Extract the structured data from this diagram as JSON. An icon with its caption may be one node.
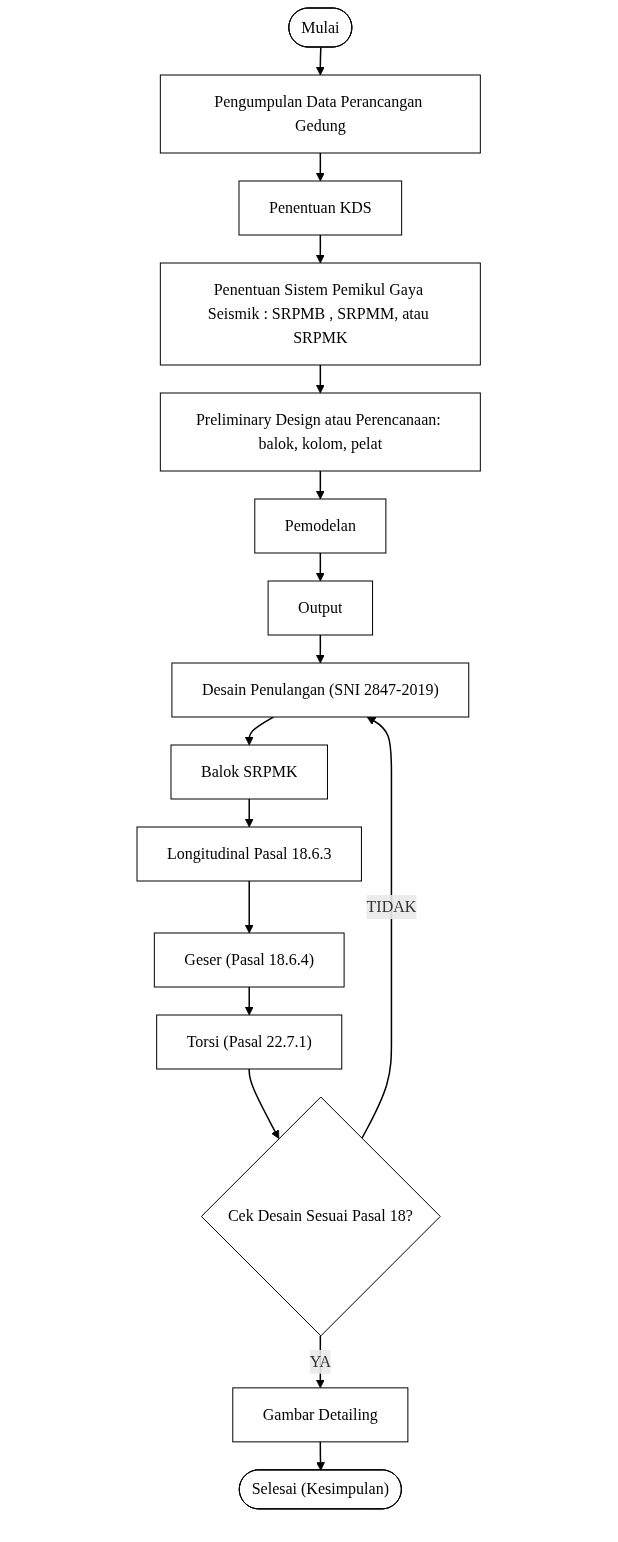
{
  "diagram": {
    "nodes": [
      {
        "text": [
          "Mulai"
        ]
      },
      {
        "text": [
          "Pengumpulan Data Perancangan Gedung"
        ]
      },
      {
        "text": [
          "Penentuan KDS"
        ]
      },
      {
        "text": [
          "Penentuan Sistem Pemikul Gaya Seismik : SRPMB , SRPMM, atau SRPMK"
        ]
      },
      {
        "text": [
          "Preliminary Design atau Perencanaan: balok, kolom, pelat"
        ]
      },
      {
        "text": [
          "Pemodelan"
        ]
      },
      {
        "text": [
          "Output"
        ]
      },
      {
        "text": [
          "Desain Penulangan (SNI 2847-2019)"
        ]
      },
      {
        "text": [
          "Balok SRPMK"
        ]
      },
      {
        "text": [
          "Longitudinal Pasal 18.6.3"
        ]
      },
      {
        "text": [
          "Geser (Pasal 18.6.4)"
        ]
      },
      {
        "text": [
          "Torsi (Pasal 22.7.1)"
        ]
      },
      {
        "text": [
          "Cek Desain Sesuai Pasal 18?"
        ]
      },
      {
        "text": [
          "Gambar Detailing"
        ]
      },
      {
        "text": [
          "Selesai (Kesimpulan)"
        ]
      }
    ],
    "edges": [
      {
        "from": 0,
        "to": 1,
        "arrow": "to"
      },
      {
        "from": 1,
        "to": 2,
        "arrow": "to"
      },
      {
        "from": 2,
        "to": 3,
        "arrow": "to"
      },
      {
        "from": 3,
        "to": 4,
        "arrow": "to"
      },
      {
        "from": 4,
        "to": 5,
        "arrow": "to"
      },
      {
        "from": 5,
        "to": 6,
        "arrow": "to"
      },
      {
        "from": 6,
        "to": 7,
        "arrow": "to"
      },
      {
        "from": 7,
        "to": 8,
        "arrow": "to"
      },
      {
        "from": 8,
        "to": 9,
        "arrow": "to"
      },
      {
        "from": 9,
        "to": 10,
        "arrow": "to"
      },
      {
        "from": 10,
        "to": 11,
        "arrow": "to"
      },
      {
        "from": 11,
        "to": 12,
        "arrow": "to"
      },
      {
        "from": 12,
        "to": 7,
        "arrow": "to",
        "label": "TIDAK"
      },
      {
        "from": 12,
        "to": 13,
        "arrow": "to",
        "label": "YA"
      },
      {
        "from": 13,
        "to": 14,
        "arrow": "to"
      }
    ]
  }
}
